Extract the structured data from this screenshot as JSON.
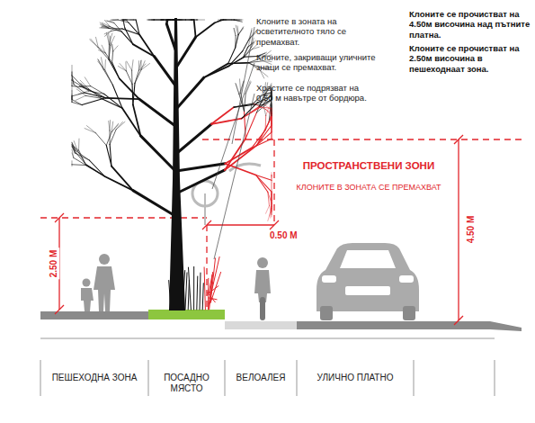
{
  "diagram": {
    "labels": [
      "Клоните в зоната на осветителното тяло се премахват.",
      "Клоните, закриващи уличните знаци се премахват.",
      "Храстите се подрязват на 0.50 м навътре от бордюра.",
      "Клоните се прочистват на 4.50м височина над пътните платна.",
      "Клоните се прочистват на 2.50м височина в пешеходнаат зона.",
      "ПРОСТРАНСТВЕНИ ЗОНИ",
      "КЛОНИТЕ В ЗОНАТА СЕ ПРЕМАХВАТ",
      "2.50 М",
      "0.50 М",
      "4.50 М",
      "ПЕШЕХОДНА ЗОНА",
      "ПОСАДНО МЯСТО",
      "ВЕЛОАЛЕЯ",
      "УЛИЧНО ПЛАТНО"
    ]
  }
}
